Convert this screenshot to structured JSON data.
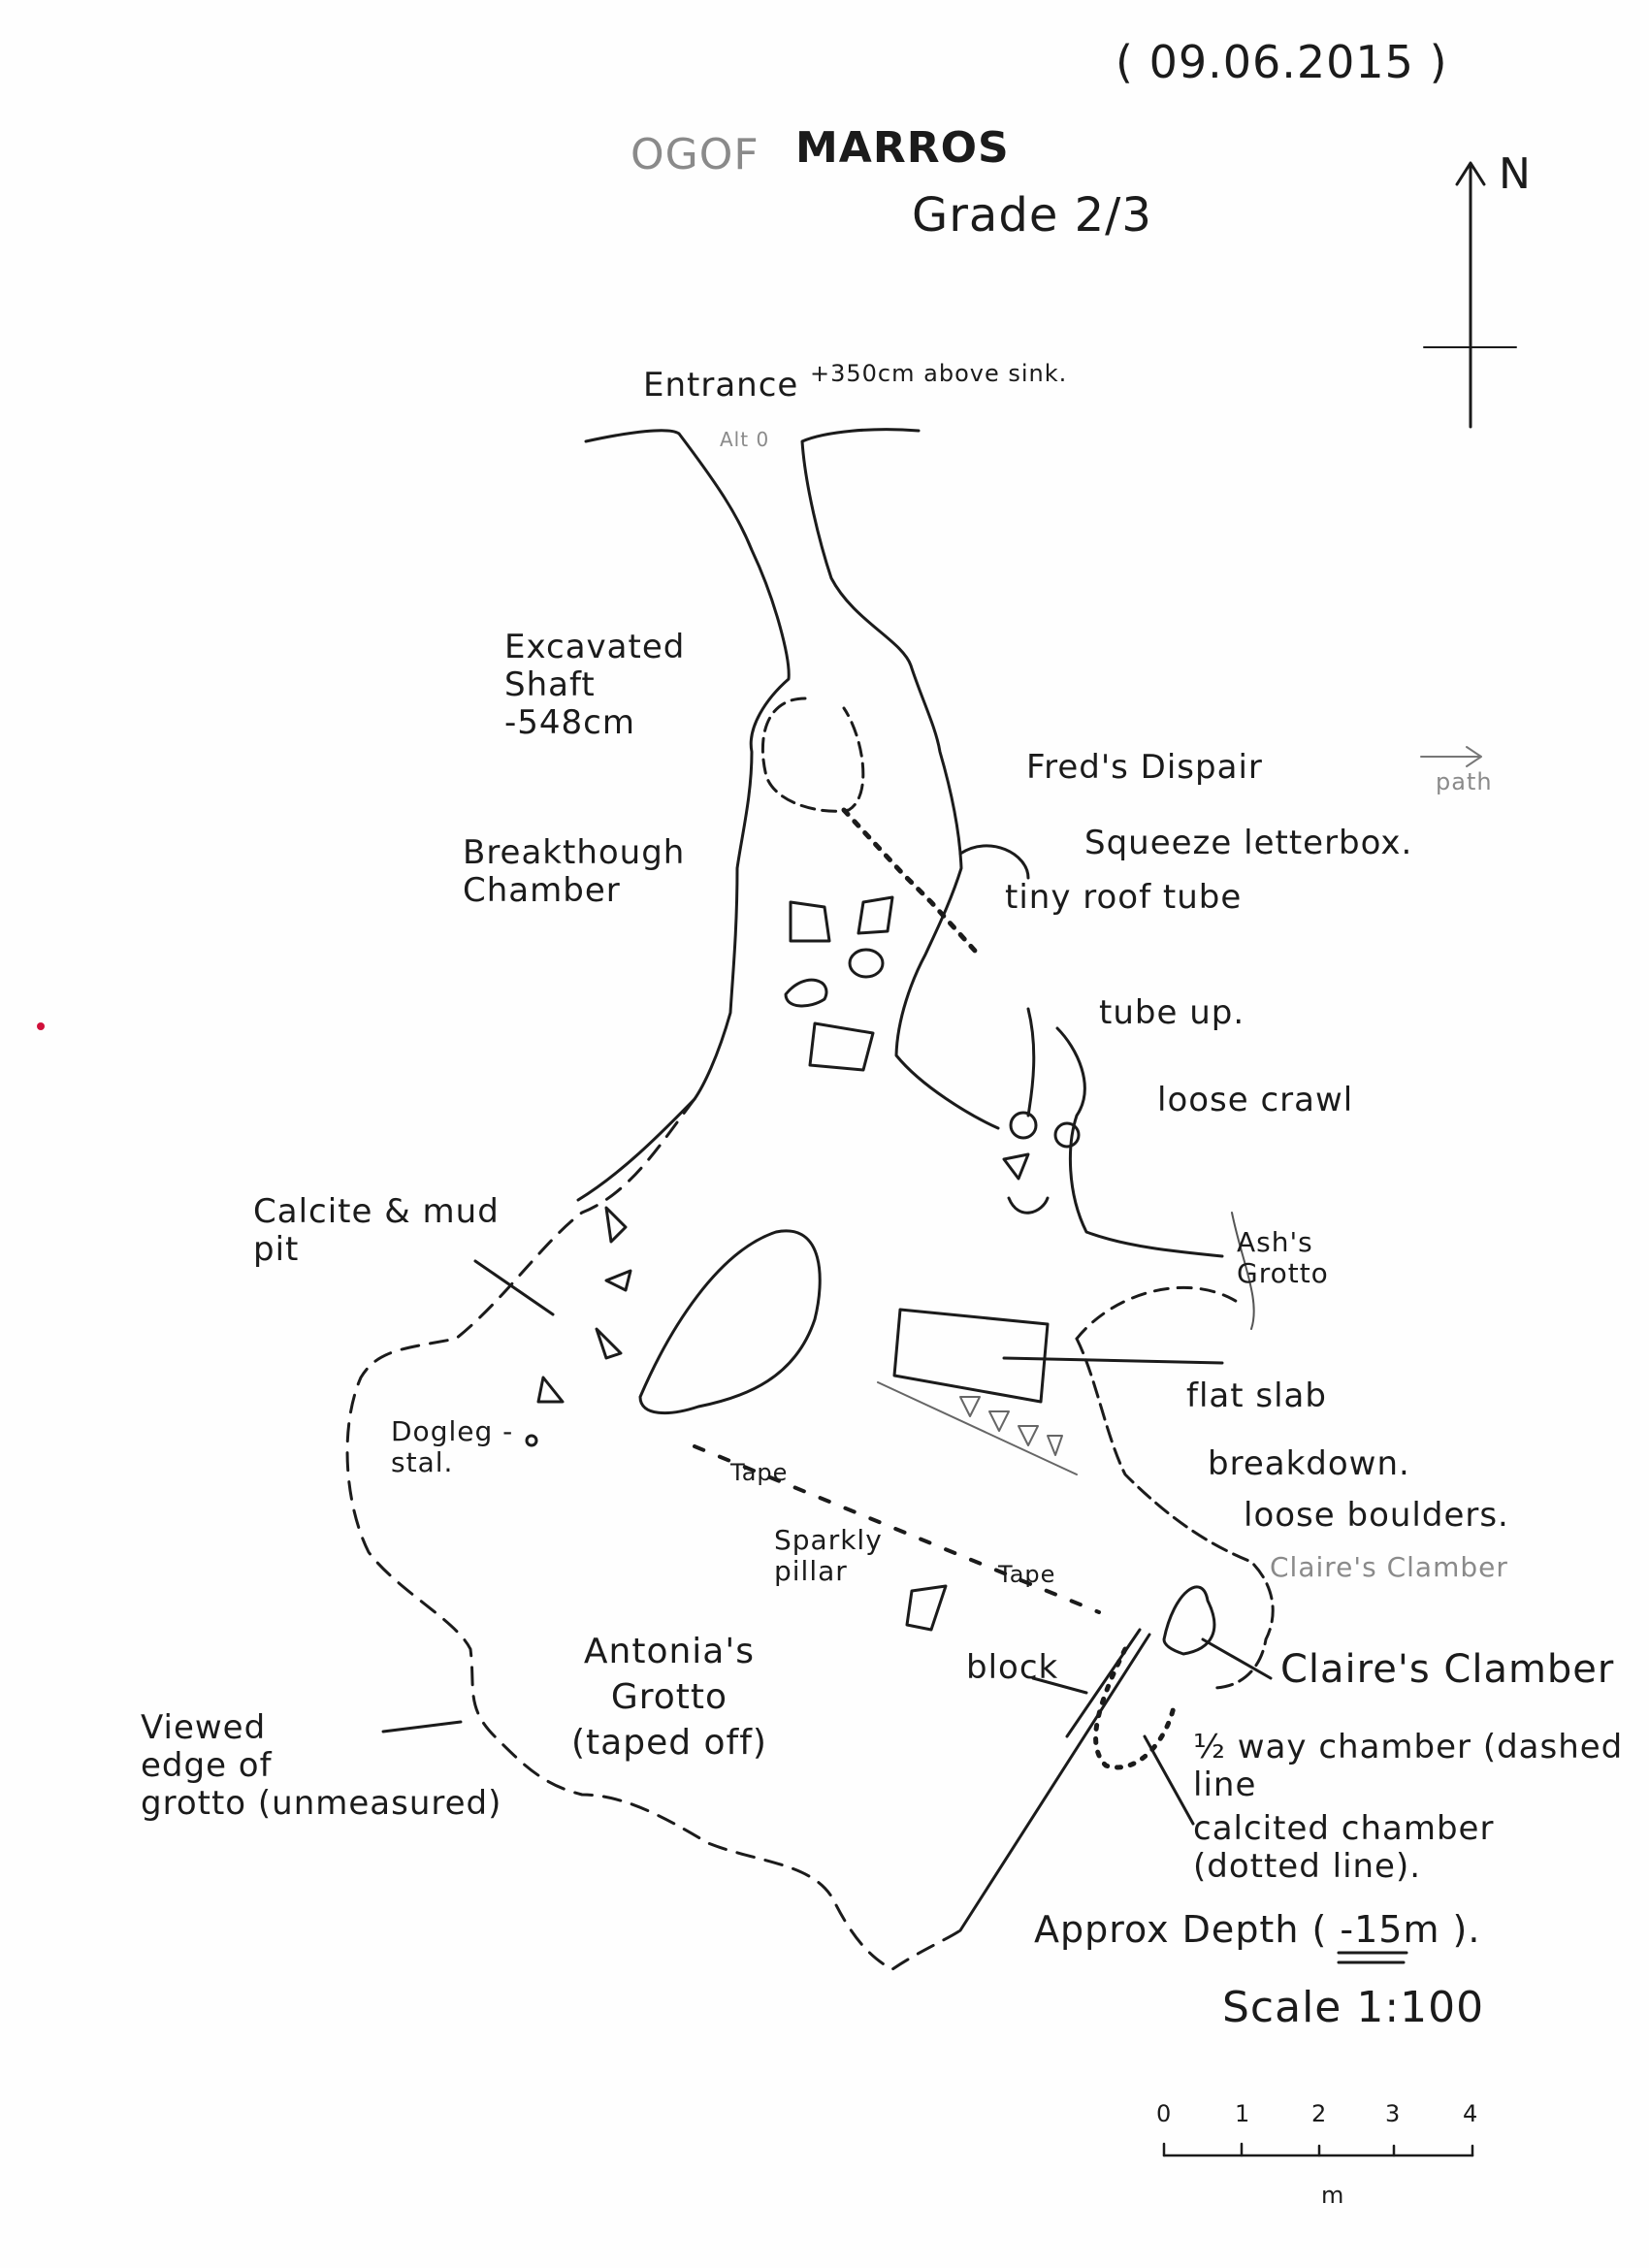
{
  "header": {
    "date": "( 09.06.2015 )",
    "cave_name_prefix": "OGOF",
    "cave_name": "MARROS",
    "grade": "Grade 2/3",
    "north_label": "N"
  },
  "labels": {
    "entrance": "Entrance",
    "entrance_note": "+350cm above sink.",
    "alt": "Alt 0",
    "excavated_shaft": "Excavated\nShaft\n-548cm",
    "freds_dispair": "Fred's Dispair",
    "path": "path",
    "breakthrough_chamber": "Breakthough\nChamber",
    "squeeze_letterbox": "Squeeze letterbox.",
    "tiny_roof_tube": "tiny roof tube",
    "tube_up": "tube up.",
    "loose_crawl": "loose crawl",
    "calcite_mud_pit": "Calcite & mud\npit",
    "ashs_grotto": "Ash's\nGrotto",
    "flat_slab": "flat slab",
    "dogleg_stal": "Dogleg -\nstal.",
    "breakdown": "breakdown.",
    "tape_1": "Tape",
    "loose_boulders": "loose boulders.",
    "claires_clamber_pencil": "Claire's Clamber",
    "sparkly_pillar": "Sparkly\npillar",
    "tape_2": "Tape",
    "antonias_grotto": "Antonia's\nGrotto\n(taped off)",
    "block": "block",
    "claires_clamber": "Claire's Clamber",
    "viewed_edge": "Viewed\nedge of\ngrotto (unmeasured)",
    "half_way_chamber": "½ way chamber (dashed\nline",
    "calcited_chamber": "calcited chamber\n(dotted line).",
    "approx_depth": "Approx Depth ( -15m ).",
    "scale": "Scale 1:100"
  },
  "scale_bar": {
    "ticks": [
      "0",
      "1",
      "2",
      "3",
      "4"
    ],
    "unit": "m"
  },
  "colors": {
    "ink": "#1b1b1b",
    "pencil": "#8a8a8a",
    "mark": "#d0103a"
  }
}
